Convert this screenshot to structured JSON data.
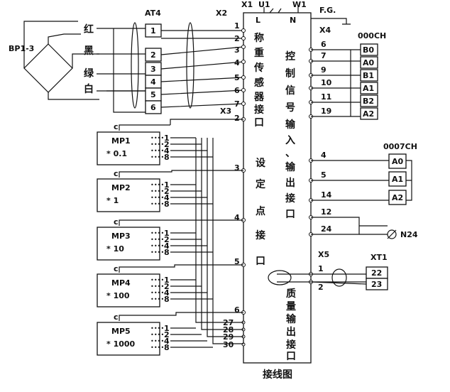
{
  "bp_label": "BP1-3",
  "at4": {
    "title": "AT4",
    "pins": [
      "1",
      "2",
      "3",
      "4",
      "5",
      "6"
    ]
  },
  "wire_colors": [
    "红",
    "黑",
    "绿",
    "白"
  ],
  "header": {
    "x1": "X1",
    "u1": "U1",
    "w1": "W1",
    "fg": "F.G.",
    "l": "L",
    "n": "N"
  },
  "x2": {
    "label": "X2",
    "pins": [
      "1",
      "2",
      "3",
      "4",
      "5",
      "6",
      "7"
    ],
    "text": [
      "称",
      "重",
      "传",
      "感",
      "器",
      "接",
      "口"
    ]
  },
  "x3": {
    "label": "X3",
    "pins": [
      "2",
      "3",
      "4",
      "5",
      "6"
    ],
    "extra": [
      "27",
      "28",
      "29",
      "30"
    ],
    "text": [
      "设",
      "定",
      "点",
      "接",
      "口"
    ]
  },
  "x4": {
    "label": "X4",
    "pins": [
      "6",
      "7",
      "9",
      "10",
      "11",
      "19",
      "4",
      "5",
      "14",
      "12",
      "24"
    ],
    "text": [
      "控",
      "制",
      "信",
      "号",
      "输",
      "入",
      "、",
      "输",
      "出",
      "接",
      "口"
    ]
  },
  "ch1": {
    "title": "000CH",
    "cells": [
      "B0",
      "A0",
      "B1",
      "A1",
      "B2",
      "A2"
    ]
  },
  "ch2": {
    "title": "0007CH",
    "cells": [
      "A0",
      "A1",
      "A2"
    ]
  },
  "n24": "N24",
  "x5": {
    "label": "X5",
    "pins": [
      "1",
      "2"
    ],
    "text": [
      "质",
      "量",
      "输",
      "出",
      "接",
      "口"
    ]
  },
  "xt1": {
    "label": "XT1",
    "cells": [
      "22",
      "23"
    ]
  },
  "mp": [
    {
      "name": "MP1",
      "mult": "* 0.1",
      "c": "c",
      "pins": [
        "1",
        "2",
        "4",
        "8"
      ]
    },
    {
      "name": "MP2",
      "mult": "* 1",
      "c": "c",
      "pins": [
        "1",
        "2",
        "4",
        "8"
      ]
    },
    {
      "name": "MP3",
      "mult": "* 10",
      "c": "c",
      "pins": [
        "1",
        "2",
        "4",
        "8"
      ]
    },
    {
      "name": "MP4",
      "mult": "* 100",
      "c": "c",
      "pins": [
        "1",
        "2",
        "4",
        "8"
      ]
    },
    {
      "name": "MP5",
      "mult": "* 1000",
      "c": "c",
      "pins": [
        "1",
        "2",
        "4",
        "8"
      ]
    }
  ],
  "caption": "接线图"
}
